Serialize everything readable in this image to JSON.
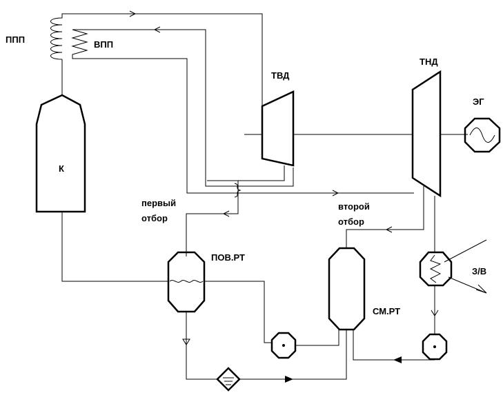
{
  "labels": {
    "ppp": "ППП",
    "vpp": "ВПП",
    "tvd": "ТВД",
    "tnd": "ТНД",
    "eg": "ЭГ",
    "k": "К",
    "first_extraction_line1": "первый",
    "first_extraction_line2": "отбор",
    "second_extraction_line1": "второй",
    "second_extraction_line2": "отбор",
    "pov_rt": "ПОВ.РТ",
    "sm_rt": "СМ.РТ",
    "z_v": "З/В"
  },
  "icons": {
    "generator": "sine-wave-icon",
    "pump": "pump-circle-icon",
    "filter": "diamond-filter-icon",
    "coil": "heat-exchanger-coil-icon"
  },
  "colors": {
    "line": "#000000",
    "background": "#ffffff"
  }
}
